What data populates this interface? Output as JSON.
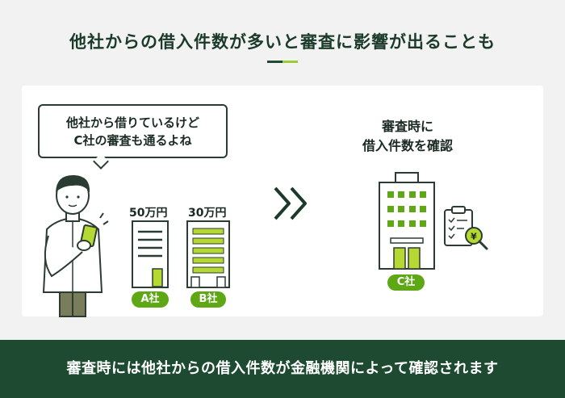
{
  "title": "他社からの借入件数が多いと審査に影響が出ることも",
  "speech_bubble": {
    "line1": "他社から借りているけど",
    "line2": "C社の審査も通るよね"
  },
  "companies": [
    {
      "amount": "50万円",
      "label": "A社"
    },
    {
      "amount": "30万円",
      "label": "B社"
    }
  ],
  "check": {
    "line1": "審査時に",
    "line2": "借入件数を確認",
    "label": "C社"
  },
  "footer": "審査時には他社からの借入件数が金融機関によって確認されます",
  "colors": {
    "dark_green": "#1d4a31",
    "accent_green": "#5da814",
    "lime": "#b5d833",
    "background": "#f1f2f1"
  }
}
